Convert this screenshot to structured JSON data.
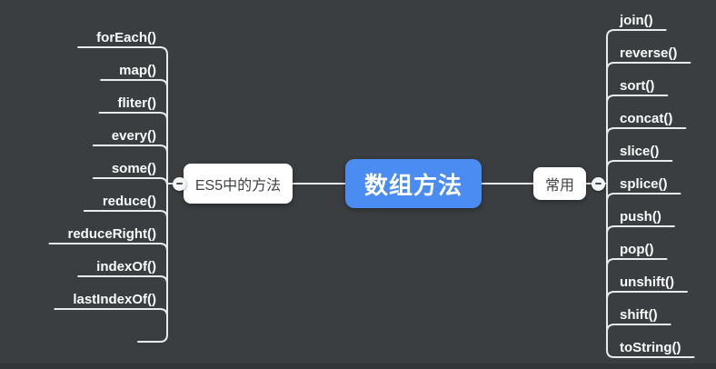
{
  "canvas": {
    "bg_color": "#3b3e40",
    "line_color": "#e8eaeb"
  },
  "central_topic": {
    "label": "数组方法",
    "bg_color": "#4a8cf2",
    "text_color": "#ffffff"
  },
  "left_branch": {
    "topic": "ES5中的方法",
    "collapse_icon": "minus-icon",
    "subtopics": [
      "forEach()",
      "map()",
      "fliter()",
      "every()",
      "some()",
      "reduce()",
      "reduceRight()",
      "indexOf()",
      "lastIndexOf()",
      ""
    ]
  },
  "right_branch": {
    "topic": "常用",
    "collapse_icon": "minus-icon",
    "subtopics": [
      "join()",
      "reverse()",
      "sort()",
      "concat()",
      "slice()",
      "splice()",
      "push()",
      "pop()",
      "unshift()",
      "shift()",
      "toString()"
    ]
  }
}
